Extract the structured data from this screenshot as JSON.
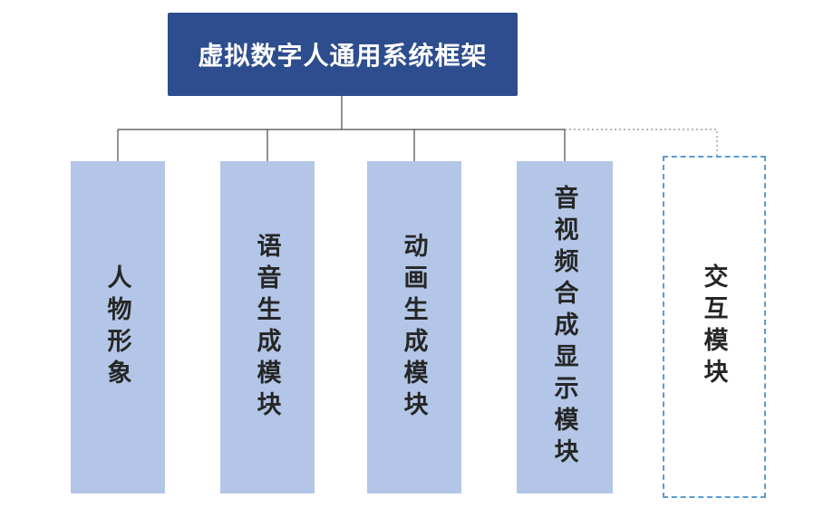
{
  "title": "虚拟数字人通用系统框架",
  "modules": [
    {
      "label": "人物形象",
      "style": "solid"
    },
    {
      "label": "语音生成模块",
      "style": "solid"
    },
    {
      "label": "动画生成模块",
      "style": "solid"
    },
    {
      "label": "音视频合成显示模块",
      "style": "solid"
    },
    {
      "label": "交互模块",
      "style": "dashed"
    }
  ],
  "colors": {
    "header_bg": "#2e4d8e",
    "header_text": "#ffffff",
    "module_bg": "#b3c6e7",
    "module_text": "#262626",
    "dashed_border": "#5b9bd5",
    "connector": "#4a4a4a",
    "connector_dotted": "#8a8a8a"
  }
}
